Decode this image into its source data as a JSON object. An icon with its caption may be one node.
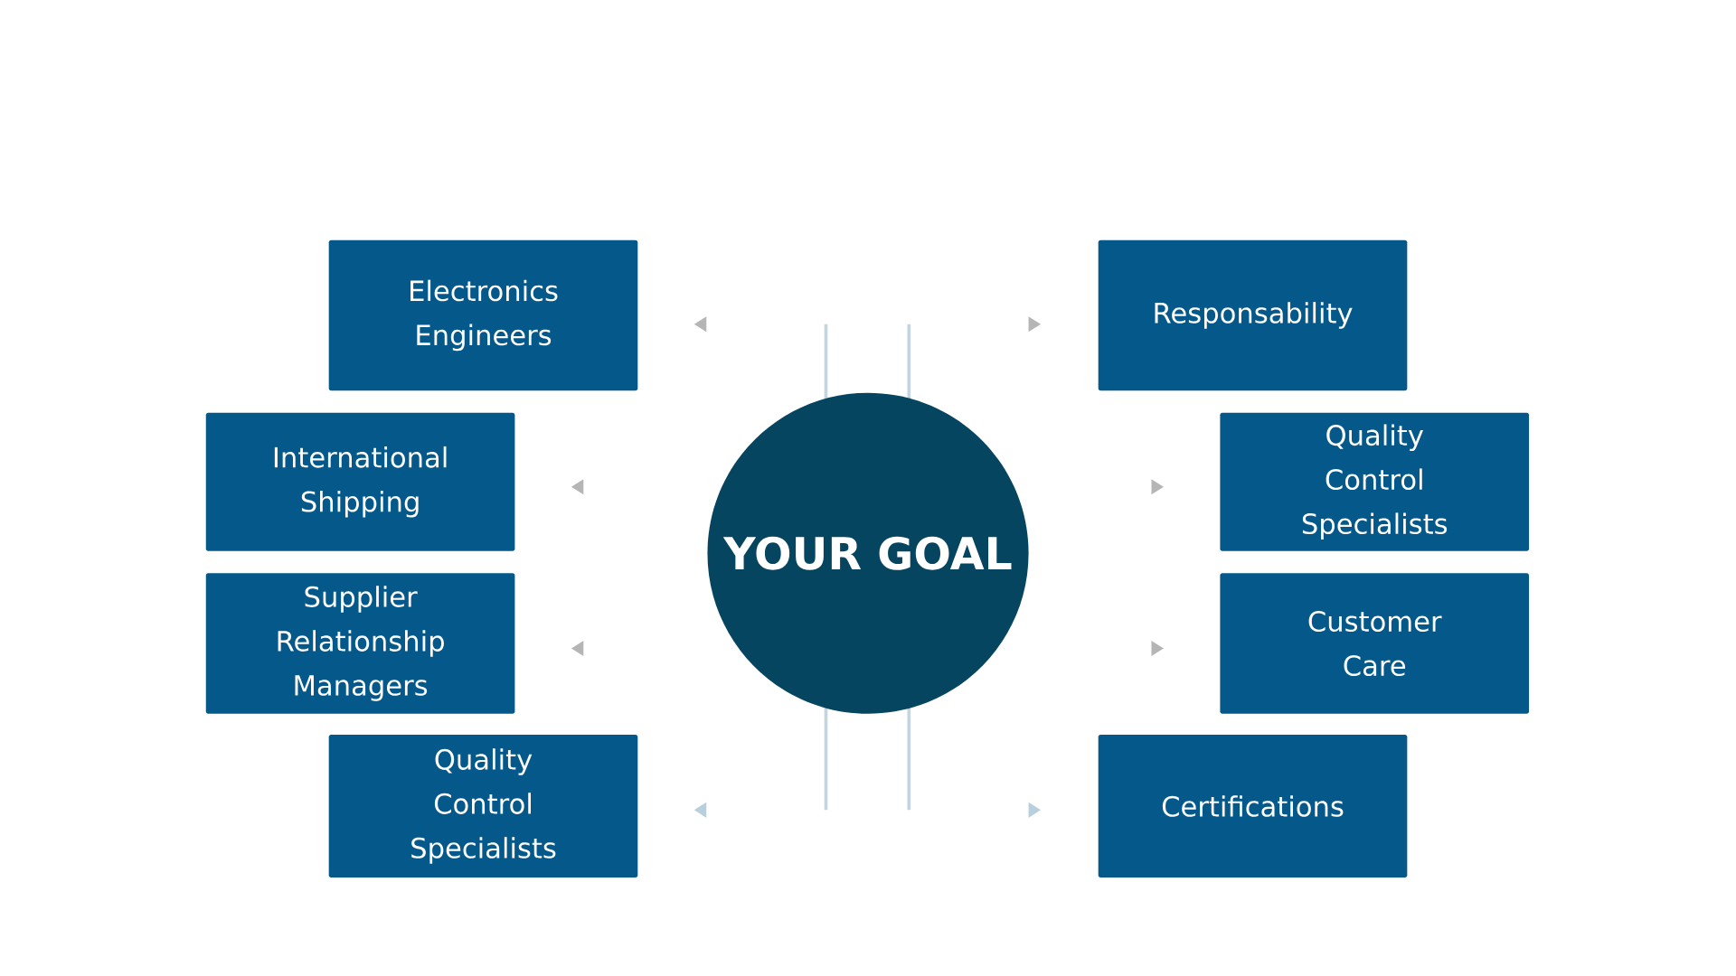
{
  "diagram": {
    "nodes": [
      {
        "text": [
          "YOUR GOAL"
        ]
      },
      {
        "text": [
          "Electronics Engineers"
        ]
      },
      {
        "text": [
          "International Shipping"
        ]
      },
      {
        "text": [
          "Supplier Relationship Managers"
        ]
      },
      {
        "text": [
          "Quality Control Specialists"
        ]
      },
      {
        "text": [
          "Responsability"
        ]
      },
      {
        "text": [
          "Quality Control Specialists"
        ]
      },
      {
        "text": [
          "Customer Care"
        ]
      },
      {
        "text": [
          "Certifications"
        ]
      }
    ]
  }
}
